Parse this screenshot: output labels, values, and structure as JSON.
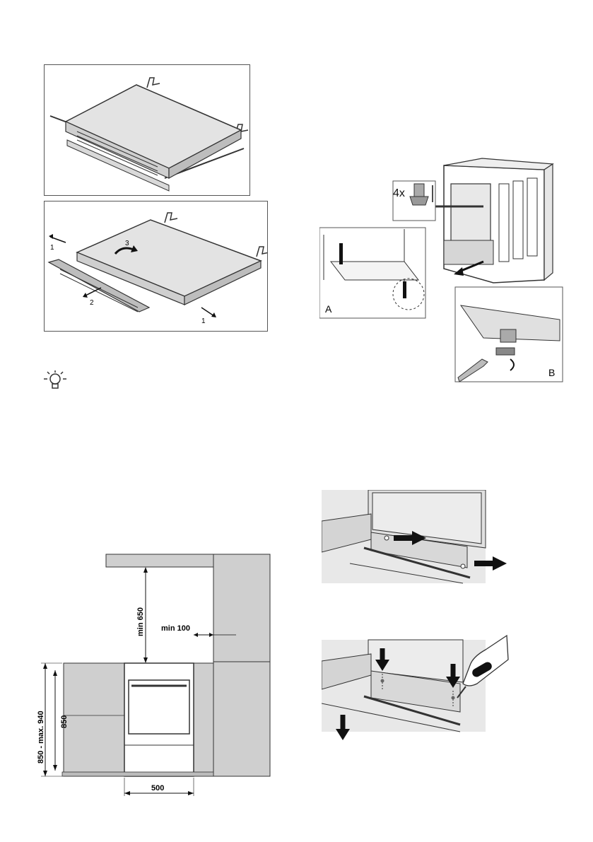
{
  "fig_drawer_removal": {
    "step1": "1",
    "step1b": "1",
    "step2": "2",
    "step3": "3"
  },
  "fig_leveling": {
    "count": "4x",
    "label_a": "A",
    "label_b": "B"
  },
  "fig_clearances": {
    "min_top": "min 650",
    "min_side": "min 100",
    "height_range": "850 - max. 940",
    "height": "850",
    "width": "500"
  },
  "icons": {
    "tip": "lightbulb-icon"
  }
}
